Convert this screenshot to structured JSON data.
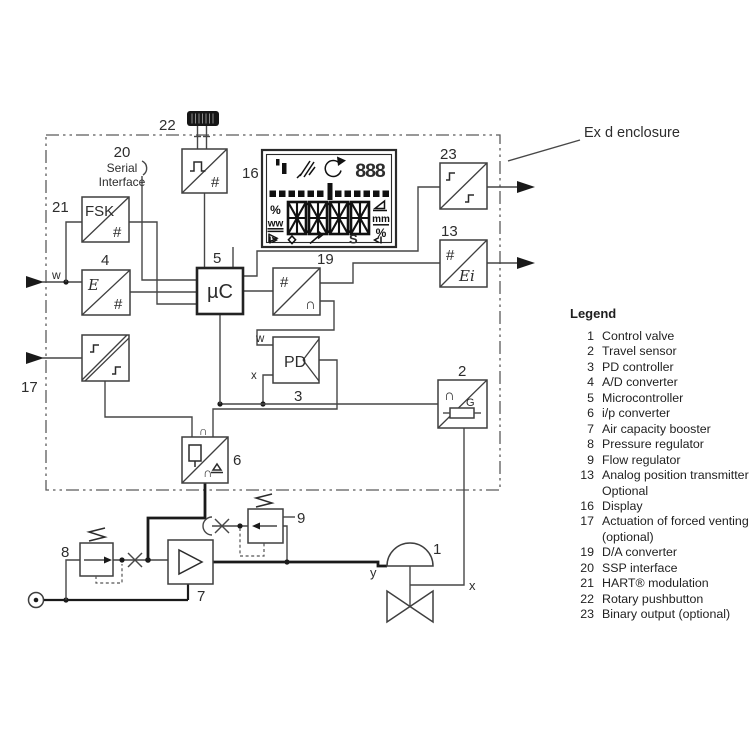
{
  "enclosure": {
    "label": "Ex d enclosure"
  },
  "io": {
    "rotary_num": "22",
    "serial_num": "20",
    "serial_line1": "Serial",
    "serial_line2": "Interface",
    "input_w": "w",
    "valve_y": "y",
    "valve_x": "x",
    "pd_w": "w",
    "pd_x": "x"
  },
  "display": {
    "num": "16",
    "seg_digits": "888",
    "pct_left": "%",
    "unit_ww": "ww",
    "unit_mm": "mm",
    "pct_right": "%",
    "status_s": "S"
  },
  "blocks": {
    "hart": {
      "num": "21",
      "tl": "FSK",
      "br": "#"
    },
    "ad": {
      "num": "4",
      "tl": "E",
      "br": "#"
    },
    "vent": {
      "num": "17"
    },
    "mcu": {
      "num": "5",
      "label": "µC"
    },
    "da": {
      "num": "19",
      "tl": "#",
      "br": "∩"
    },
    "pd": {
      "num": "3",
      "label": "PD"
    },
    "rotary_conv": {
      "br": "#"
    },
    "binary": {
      "num": "23"
    },
    "transmitter": {
      "num": "13",
      "tl": "#",
      "br": "Ei"
    },
    "sensor": {
      "num": "2",
      "tl": "∩",
      "br": "G"
    },
    "ip": {
      "num": "6",
      "br": "∩",
      "top": "∩"
    },
    "booster": {
      "num": "7"
    },
    "pressure_reg": {
      "num": "8"
    },
    "flow_reg": {
      "num": "9"
    },
    "valve": {
      "num": "1"
    }
  },
  "legend": {
    "title": "Legend",
    "items": [
      {
        "num": "1",
        "label": "Control valve"
      },
      {
        "num": "2",
        "label": "Travel sensor"
      },
      {
        "num": "3",
        "label": "PD controller"
      },
      {
        "num": "4",
        "label": "A/D converter"
      },
      {
        "num": "5",
        "label": "Microcontroller"
      },
      {
        "num": "6",
        "label": "i/p converter"
      },
      {
        "num": "7",
        "label": "Air capacity booster"
      },
      {
        "num": "8",
        "label": "Pressure regulator"
      },
      {
        "num": "9",
        "label": "Flow regulator"
      },
      {
        "num": "13",
        "label": "Analog position transmitter"
      },
      {
        "num": "",
        "label": "Optional"
      },
      {
        "num": "16",
        "label": "Display"
      },
      {
        "num": "17",
        "label": "Actuation of forced venting"
      },
      {
        "num": "",
        "label": "(optional)"
      },
      {
        "num": "19",
        "label": "D/A converter"
      },
      {
        "num": "20",
        "label": "SSP interface"
      },
      {
        "num": "21",
        "label": "HART® modulation"
      },
      {
        "num": "22",
        "label": "Rotary pushbutton"
      },
      {
        "num": "23",
        "label": "Binary output (optional)"
      }
    ]
  }
}
